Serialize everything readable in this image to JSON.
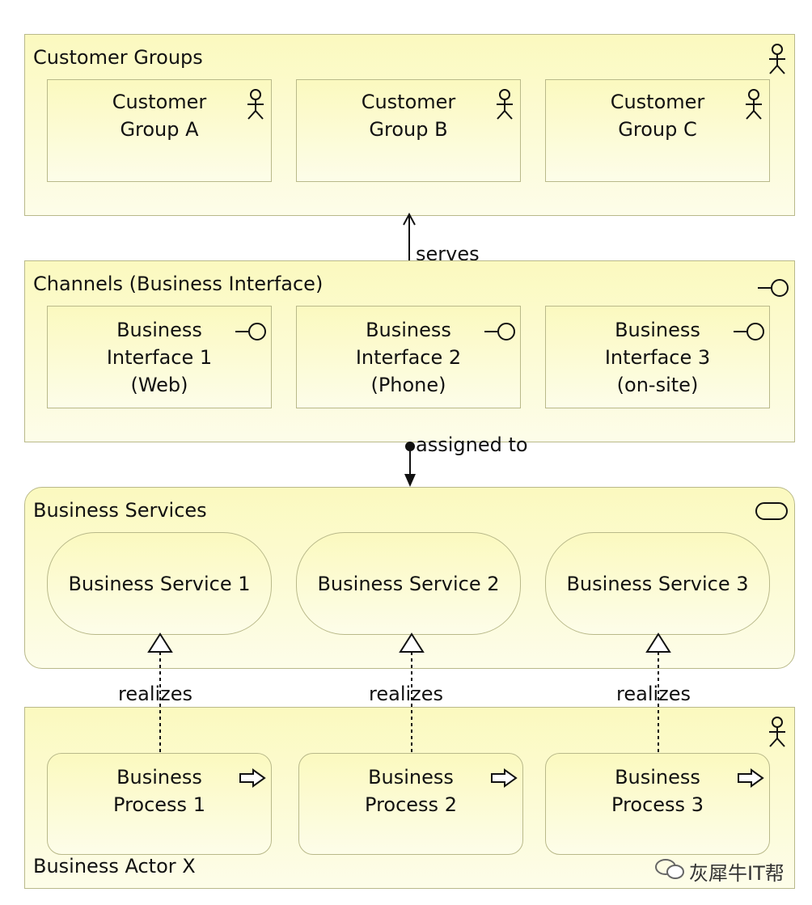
{
  "groups": {
    "customer_groups": {
      "title": "Customer Groups",
      "items": [
        "Customer\nGroup A",
        "Customer\nGroup B",
        "Customer\nGroup C"
      ]
    },
    "channels": {
      "title": "Channels (Business Interface)",
      "items": [
        "Business\nInterface 1\n(Web)",
        "Business\nInterface 2\n(Phone)",
        "Business\nInterface 3\n(on-site)"
      ]
    },
    "business_services": {
      "title": "Business Services",
      "items": [
        "Business Service 1",
        "Business Service 2",
        "Business Service 3"
      ]
    },
    "business_actor": {
      "title": "Business Actor X",
      "items": [
        "Business\nProcess 1",
        "Business\nProcess 2",
        "Business\nProcess 3"
      ]
    }
  },
  "relations": {
    "serves": "serves",
    "assigned_to": "assigned to",
    "realizes": "realizes"
  },
  "watermark": "灰犀牛IT帮"
}
